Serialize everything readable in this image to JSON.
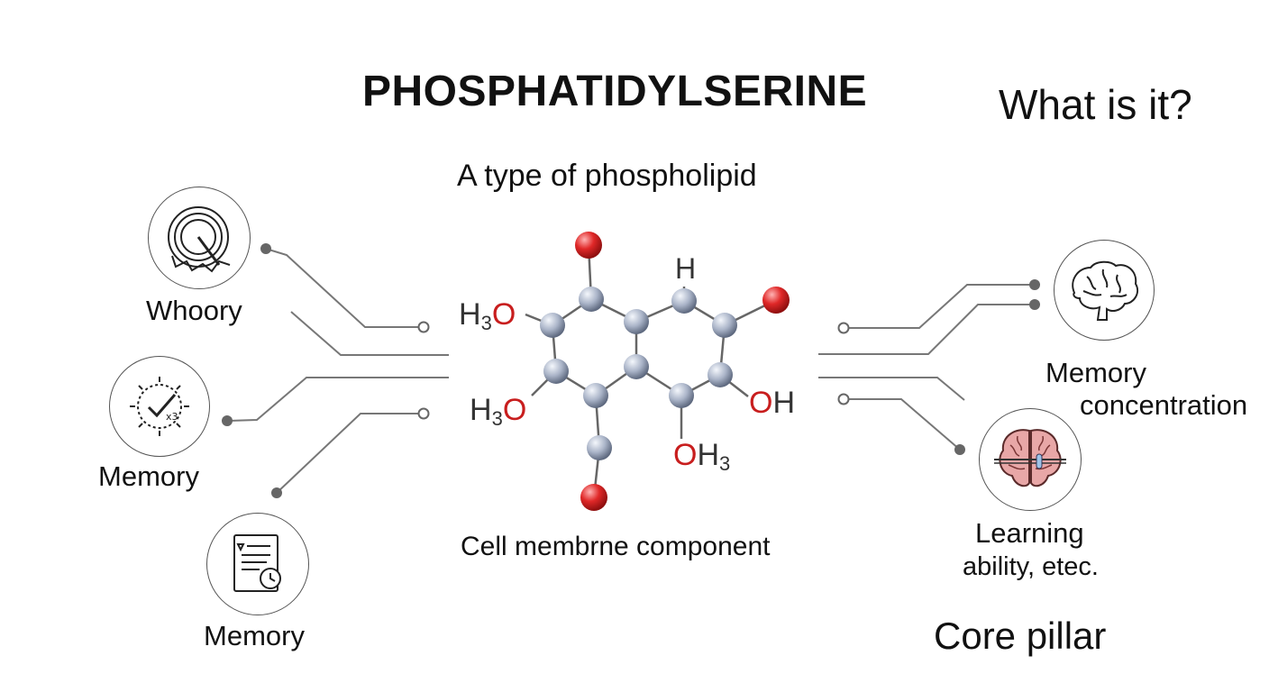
{
  "title": "PHOSPHATIDYLSERINE",
  "question": "What is it?",
  "subtitle": "A type of phospholipid",
  "caption": "Cell membrne component",
  "footer": "Core pillar",
  "left_labels": {
    "whoory": "Whoory",
    "memory_1": "Memory",
    "memory_2": "Memory"
  },
  "right_labels": {
    "memory_line1": "Memory",
    "memory_line2": "concentration",
    "learning_line1": "Learning",
    "learning_line2": "ability, etec."
  },
  "molecule_labels": {
    "h3o_top_base": "H",
    "h3o_top_sub": "3",
    "h3o_top_o": "O",
    "h3o_bottom_base": "H",
    "h3o_bottom_sub": "3",
    "h3o_bottom_o": "O",
    "h_top": "H",
    "oh_o": "O",
    "oh_h": "H",
    "oh3_o": "O",
    "oh3_base": "H",
    "oh3_sub": "3"
  },
  "icons": {
    "left_top": "gauge-icon",
    "left_middle": "clock-sparkle-icon",
    "left_bottom": "document-clock-icon",
    "right_top": "brain-outline-icon",
    "right_bottom": "brain-color-icon"
  },
  "colors": {
    "carbon_atom": "#a9b3c6",
    "oxygen_atom": "#d92020",
    "bond": "#666666",
    "connector": "#777777",
    "brain_pink": "#e8a7a7"
  }
}
